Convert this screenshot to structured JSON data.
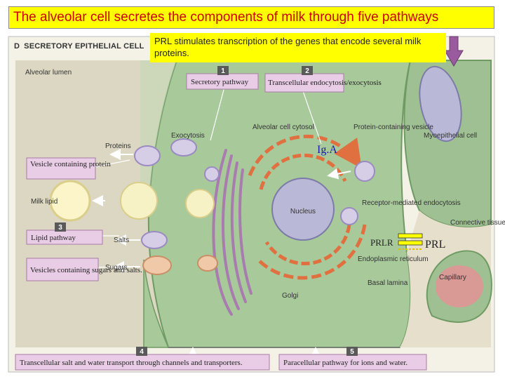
{
  "title": "The alveolar cell secretes the components of milk through five pathways",
  "figure": {
    "panel_letter": "D",
    "panel_title": "SECRETORY EPITHELIAL CELL"
  },
  "note": "PRL stimulates transcription of the genes that encode several milk proteins.",
  "labels": {
    "alveolar_lumen": "Alveolar lumen",
    "proteins": "Proteins",
    "milk_lipid": "Milk lipid",
    "salts": "Salts",
    "sugars": "Sugars",
    "exocytosis": "Exocytosis",
    "alveolar_cytosol": "Alveolar cell cytosol",
    "protein_vesicle": "Protein-containing vesicle",
    "myoepithelial": "Myoepithelial cell",
    "nucleus": "Nucleus",
    "receptor_endocytosis": "Receptor-mediated endocytosis",
    "connective_tissue": "Connective tissue",
    "er": "Endoplasmic reticulum",
    "golgi": "Golgi",
    "basal_lamina": "Basal lamina",
    "capillary": "Capillary"
  },
  "callouts": {
    "vesicle_protein": "Vesicle containing protein",
    "lipid_pathway": "Lipid pathway",
    "vesicles_sugars": "Vesicles containing sugars and salts.",
    "secretory_pathway": "Secretory pathway",
    "transcellular_endo": "Transcellular endocytosis/exocytosis",
    "transcellular_salt": "Transcellular salt and water transport through channels and transporters.",
    "paracellular": "Paracellular pathway for ions and water."
  },
  "badges": {
    "b1": "1",
    "b2": "2",
    "b3": "3",
    "b4": "4",
    "b5": "5"
  },
  "overlays": {
    "iga": "Ig.A",
    "prlr": "PRLR",
    "prl": "PRL"
  },
  "colors": {
    "title_bg": "#ffff00",
    "title_text": "#cc0000",
    "lumen": "#dcd7c2",
    "cell": "#a8c99a",
    "nucleus": "#b9b8d6",
    "er": "#e0703f",
    "callout_bg": "#e9cde6",
    "arrow_purple": "#9a5a9e"
  }
}
